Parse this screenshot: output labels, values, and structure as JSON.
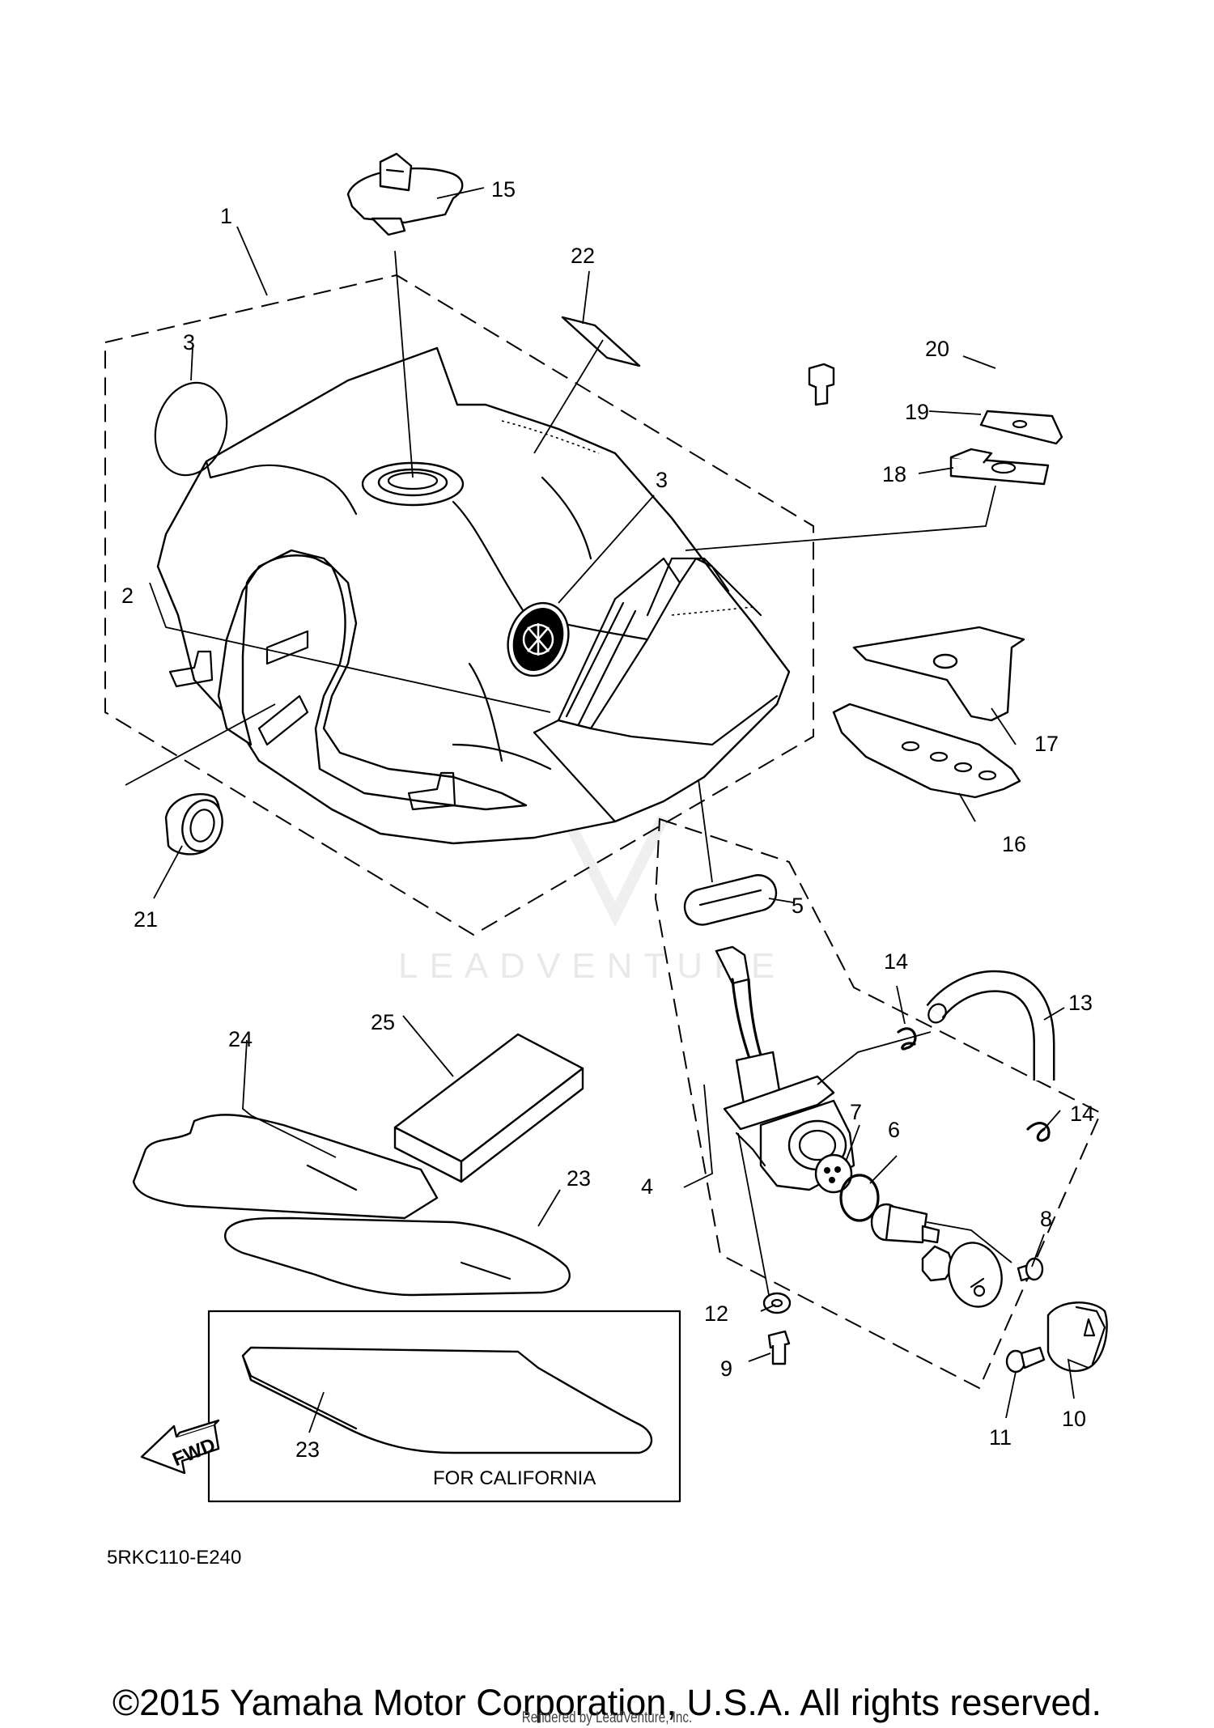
{
  "diagram_code": "5RKC110-E240",
  "california_label": "FOR CALIFORNIA",
  "fwd_label": "FWD",
  "watermark_text": "LEADVENTURE",
  "copyright": "©2015 Yamaha Motor Corporation, U.S.A. All rights reserved.",
  "rendered_by": "Rendered by LeadVenture, Inc.",
  "callouts": {
    "c1": "1",
    "c2": "2",
    "c3a": "3",
    "c3b": "3",
    "c4": "4",
    "c5": "5",
    "c6": "6",
    "c7": "7",
    "c8": "8",
    "c9": "9",
    "c10": "10",
    "c11": "11",
    "c12": "12",
    "c13": "13",
    "c14a": "14",
    "c14b": "14",
    "c15": "15",
    "c16": "16",
    "c17": "17",
    "c18": "18",
    "c19": "19",
    "c20": "20",
    "c21": "21",
    "c22": "22",
    "c23a": "23",
    "c23b": "23",
    "c24": "24",
    "c25": "25"
  },
  "colors": {
    "line": "#000000",
    "background": "#ffffff",
    "watermark": "#e9e9e9"
  }
}
